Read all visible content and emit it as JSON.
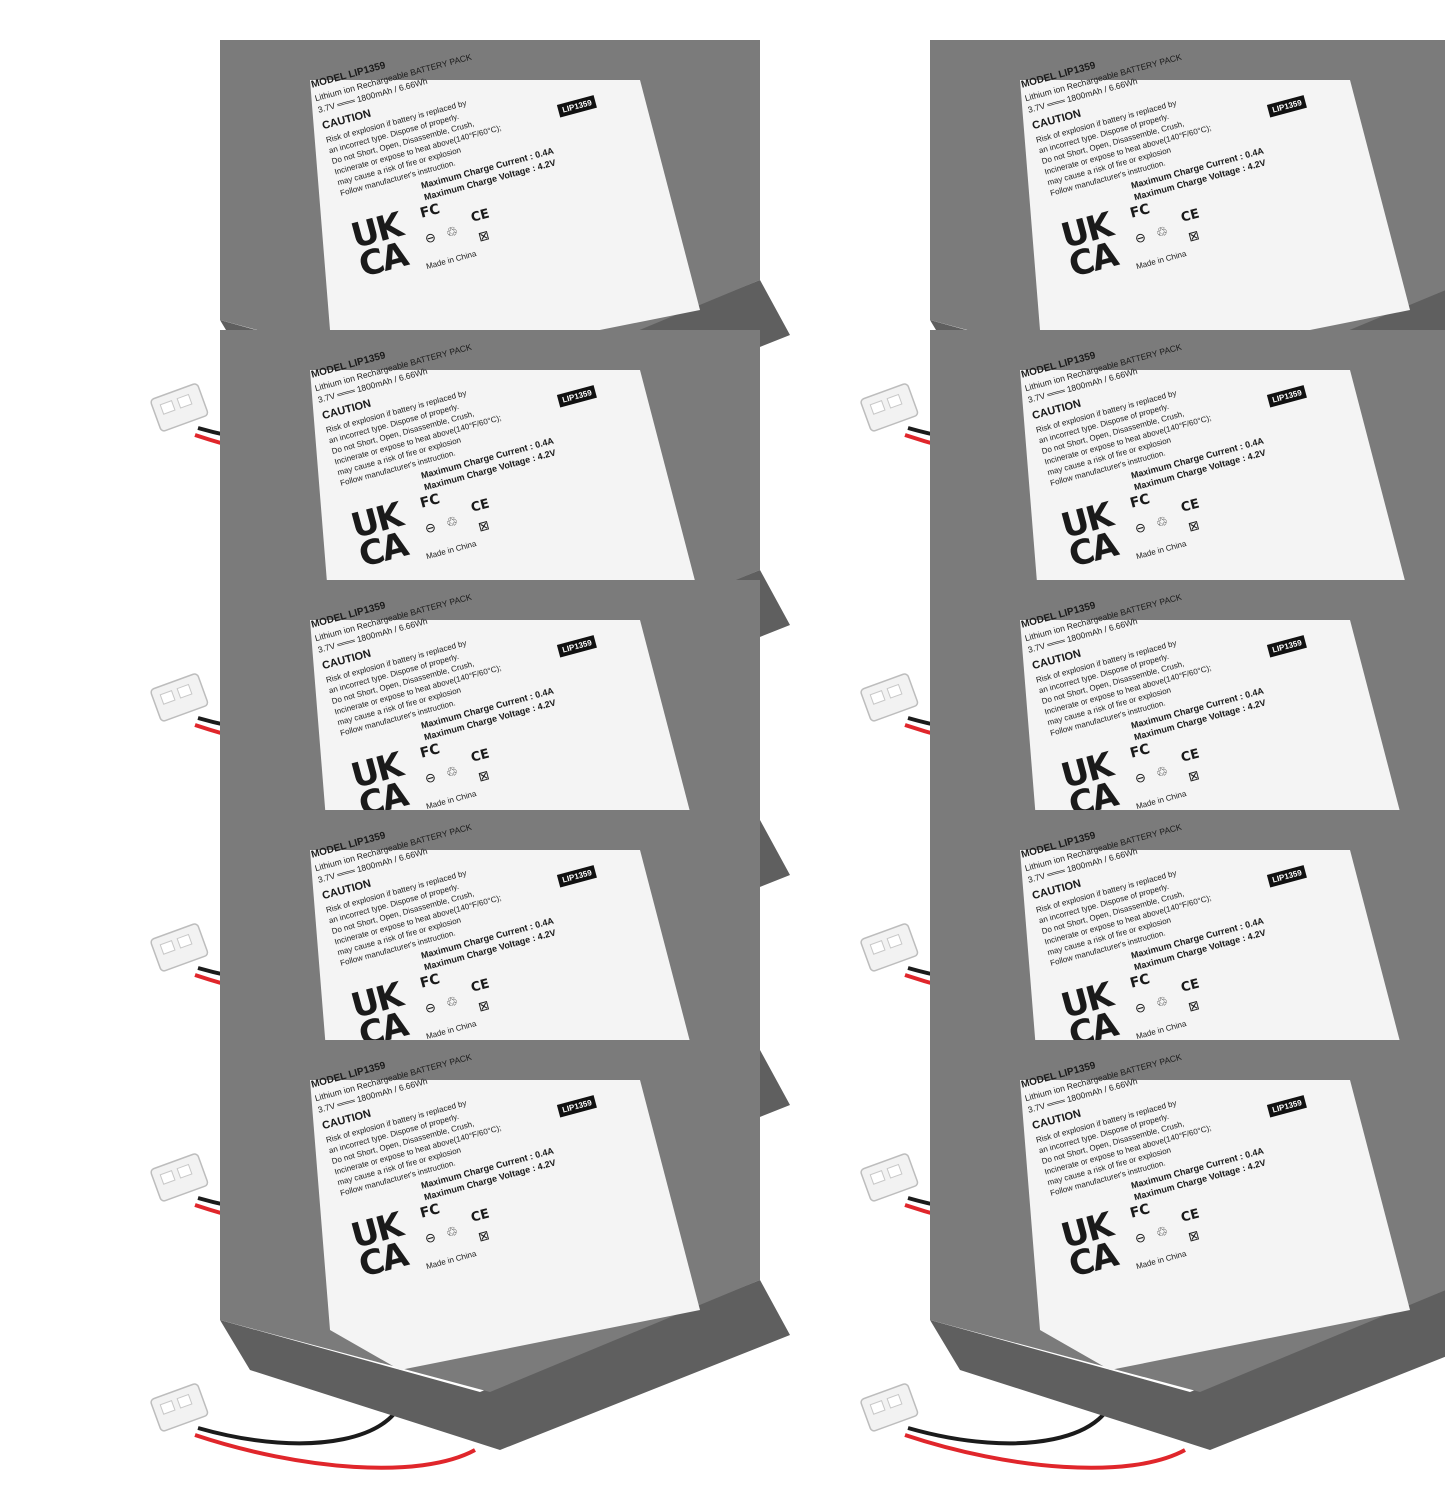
{
  "product": {
    "model_line": "MODEL LIP1359",
    "type_line": "Lithium ion Rechargeable BATTERY PACK",
    "rating_line": "3.7V ═══ 1800mAh / 6.66Wh",
    "caution_title": "CAUTION",
    "caution_lines": [
      "Risk of explosion if battery is replaced by",
      "an incorrect type. Dispose of properly.",
      "Do not Short, Open, Disassemble, Crush,",
      "Incinerate or expose to heat above(140°F/60°C);",
      "may cause a risk of fire or explosion",
      "Follow manufacturer's instruction."
    ],
    "tag": "LIP1359",
    "charge_current": "Maximum Charge Current : 0.4A",
    "charge_voltage": "Maximum Charge Voltage : 4.2V",
    "ukca_top": "UK",
    "ukca_bottom": "CA",
    "fc_mark": "FC",
    "ce_mark": "CE",
    "made_in": "Made in China"
  },
  "colors": {
    "case": "#7b7b7b",
    "case_edge": "#6a6a6a",
    "label": "#f4f4f4",
    "wire_red": "#e0262b",
    "wire_black": "#1b1b1b",
    "connector": "#f2f2f2"
  },
  "icons": [
    "recycle-icon",
    "battery-symbol-icon",
    "crossed-bin-icon"
  ],
  "battery_count": 10
}
